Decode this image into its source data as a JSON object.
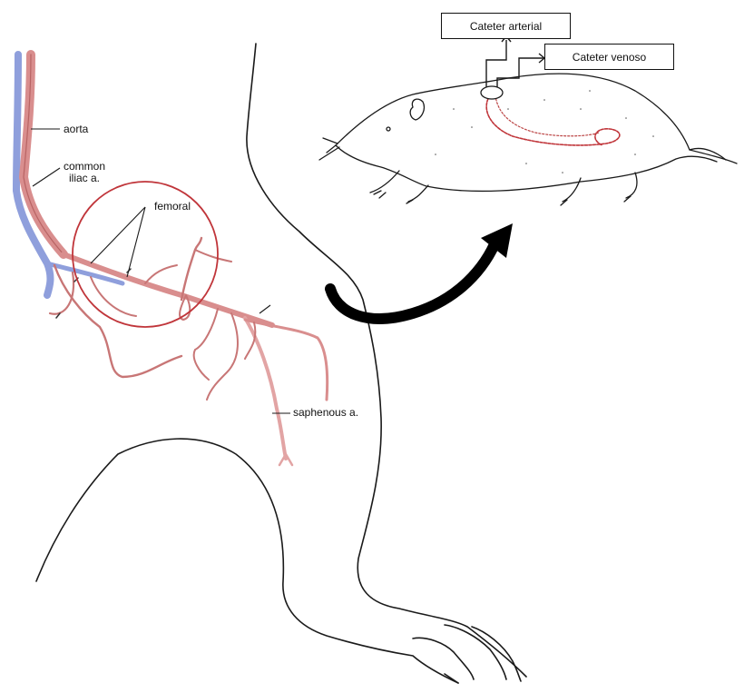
{
  "anatomy": {
    "labels": {
      "aorta": "aorta",
      "common_iliac_line1": "common",
      "common_iliac_line2": "iliac a.",
      "femoral": "femoral",
      "saphenous": "saphenous a."
    }
  },
  "rat": {
    "catheter_arterial": "Cateter arterial",
    "catheter_venous": "Cateter venoso"
  },
  "colors": {
    "artery": "#d98e8e",
    "artery_dark": "#a84d4d",
    "vein": "#8f9fdc",
    "circle": "#c0353a",
    "outline": "#1a1a1a"
  }
}
